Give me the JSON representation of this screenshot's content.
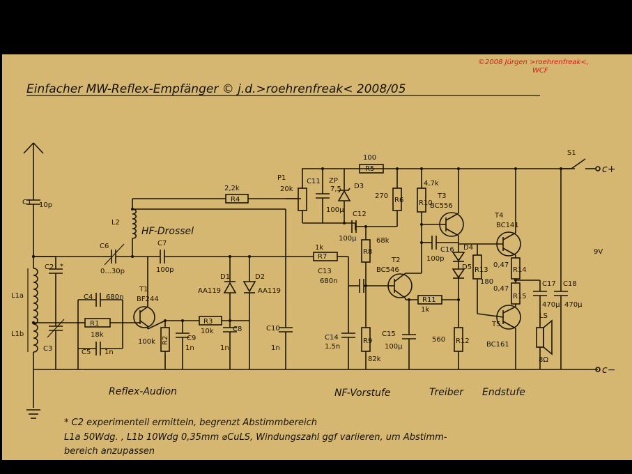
{
  "watermark": {
    "line1": "©2008 Jürgen >roehrenfreak<,",
    "line2": "WCF"
  },
  "title": "Einfacher MW-Reflex-Empfänger  © j.d.>roehrenfreak< 2008/05",
  "sections": {
    "audion": "Reflex-Audion",
    "preamp": "NF-Vorstufe",
    "driver": "Treiber",
    "output": "Endstufe"
  },
  "supply": {
    "switch": "S1",
    "plus": "c+",
    "minus": "c−",
    "voltage": "9V"
  },
  "notes": {
    "line1": "* C2 experimentell ermitteln, begrenzt Abstimmbereich",
    "line2": "L1a 50Wdg. , L1b 10Wdg 0,35mm ⌀CuLS, Windungszahl ggf variieren, um Abstimm-",
    "line3": "bereich anzupassen"
  },
  "components": {
    "C1": "C1",
    "C1v": "10p",
    "C2": "C2",
    "C2star": "*",
    "L1a": "L1a",
    "L1b": "L1b",
    "C3": "C3",
    "C4": "C4",
    "C4v": "680n",
    "R1": "R1",
    "R1v": "18k",
    "C5": "C5",
    "C5v": "1n",
    "T1": "T1",
    "T1v": "BF244",
    "C6": "C6",
    "C6v": "0...30p",
    "L2": "L2",
    "L2v": "HF-Drossel",
    "C7": "C7",
    "C7v": "100p",
    "R2": "R2",
    "R2v": "100k",
    "R3": "R3",
    "R3v": "10k",
    "C9": "C9",
    "C9v": "1n",
    "C8": "C8",
    "C8v": "1n",
    "D1": "D1",
    "D1v": "AA119",
    "D2": "D2",
    "D2v": "AA119",
    "R4": "R4",
    "R4v": "2,2k",
    "P1": "P1",
    "P1v": "20k",
    "C10": "C10",
    "C10v": "1n",
    "C11": "C11",
    "C11v": "100µ",
    "ZP": "ZP",
    "ZPv": "7,5",
    "D3": "D3",
    "R5": "R5",
    "R5v": "100",
    "R6": "R6",
    "R6v": "270",
    "C12": "C12",
    "C12v": "100µ",
    "R8": "R8",
    "R8v": "68k",
    "R7": "R7",
    "R7v": "1k",
    "C13": "C13",
    "C13v": "680n",
    "T2": "T2",
    "T2v": "BC546",
    "C14": "C14",
    "C14v": "1,5n",
    "R9": "R9",
    "R9v": "82k",
    "C15": "C15",
    "C15v": "100µ",
    "R10": "R10",
    "R10v": "4,7k",
    "T3": "T3",
    "T3v": "BC556",
    "C16": "C16",
    "C16v": "100p",
    "D4": "D4",
    "D5": "D5",
    "R13": "R13",
    "R13v": "180",
    "R11": "R11",
    "R11v": "1k",
    "R12": "R12",
    "R12v": "560",
    "T4": "T4",
    "T4v": "BC141",
    "R14": "R14",
    "R14v": "0,47",
    "R15": "R15",
    "R15v": "0,47",
    "T5": "T5",
    "T5v": "BC161",
    "C17": "C17",
    "C17v": "470µ",
    "C18": "C18",
    "C18v": "470µ",
    "LS": "LS",
    "LSv": "8Ω"
  }
}
